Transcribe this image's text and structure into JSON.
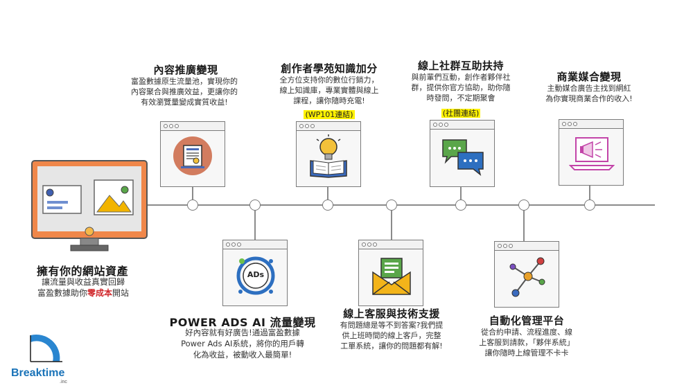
{
  "start": {
    "title": "擁有你的網站資產",
    "line1": "讓流量與收益真實回歸",
    "line2_pre": "富盈數據助你",
    "line2_red": "零成本",
    "line2_post": "開站"
  },
  "steps": [
    {
      "title": "內容推廣變現",
      "desc": "富盈數據原生流量池，實現你的\n內容聚合與推廣效益，更讓你的\n有效瀏覽量變成實質收益!",
      "icon": "document-icon"
    },
    {
      "title": "POWER ADS AI 流量變現",
      "desc": "好內容就有好廣告!通過富盈數據\nPower Ads AI系統，將你的用戶轉\n化為收益，被動收入最簡單!",
      "icon": "ads-icon",
      "icon_text": "ADs"
    },
    {
      "title": "創作者學苑知識加分",
      "desc": "全方位支持你的數位行銷力，\n線上知識庫，專業實體與線上\n課程，讓你隨時充電!",
      "link": "(WP101連結)",
      "icon": "book-lightbulb-icon"
    },
    {
      "title": "線上客服與技術支援",
      "desc": "有問題總是等不到答案?我們提\n供上班時間的線上客戶，完整\n工單系統，讓你的問題都有解!",
      "icon": "envelope-icon"
    },
    {
      "title": "線上社群互助扶持",
      "desc": "與前輩們互動，創作者夥伴社\n群，提供你官方協助，助你隨\n時發問，不定期聚會",
      "link": "(社團連結)",
      "icon": "chat-icon"
    },
    {
      "title": "自動化管理平台",
      "desc": "從合約申請、流程進度、線\n上客服到請款，「夥伴系統」\n讓你隨時上線管理不卡卡",
      "icon": "network-icon"
    },
    {
      "title": "商業媒合變現",
      "desc": "主動媒合廣告主找到網紅\n為你實現商業合作的收入!",
      "icon": "megaphone-laptop-icon"
    }
  ],
  "logo": {
    "name": "Breaktime",
    "suffix": ".inc"
  }
}
